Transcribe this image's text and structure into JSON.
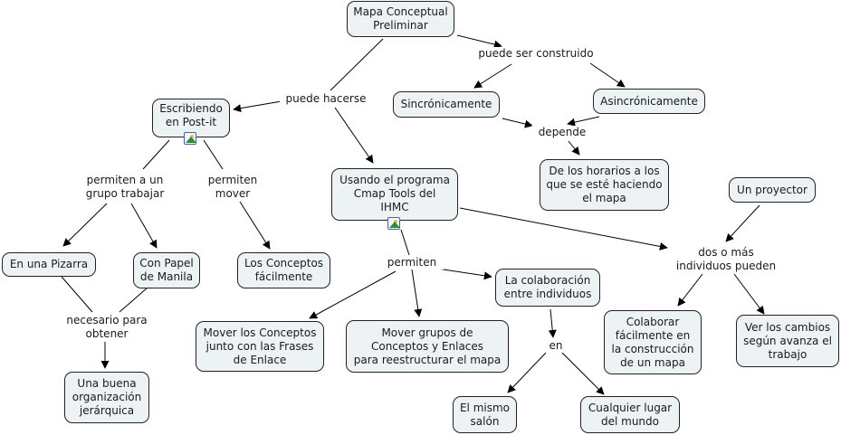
{
  "concept_map": {
    "nodes": {
      "mapa_conceptual": "Mapa Conceptual\nPreliminar",
      "post_it": "Escribiendo\nen Post-it",
      "cmap_tools": "Usando el programa\nCmap Tools del\nIHMC",
      "sincronicamente": "Sincrónicamente",
      "asincronicamente": "Asincrónicamente",
      "horarios": "De los horarios a los\nque se esté haciendo\nel mapa",
      "pizarra": "En una Pizarra",
      "papel_manila": "Con Papel\nde Manila",
      "conceptos_facilmente": "Los Conceptos\nfácilmente",
      "buena_organizacion": "Una buena\norganización\njerárquica",
      "mover_conceptos": "Mover los Conceptos\njunto con las Frases\nde Enlace",
      "mover_grupos": "Mover grupos de\nConceptos y Enlaces\npara reestructurar el mapa",
      "colaboracion": "La colaboración\nentre individuos",
      "mismo_salon": "El mismo\nsalón",
      "cualquier_lugar": "Cualquier lugar\ndel mundo",
      "proyector": "Un proyector",
      "colaborar": "Colaborar\nfácilmente en\nla construcción\nde un mapa",
      "ver_cambios": "Ver los cambios\nsegún avanza el\ntrabajo"
    },
    "links": {
      "puede_ser_construido": "puede ser construido",
      "puede_hacerse": "puede hacerse",
      "depende": "depende",
      "permiten_grupo": "permiten a un\ngrupo trabajar",
      "permiten_mover": "permiten\nmover",
      "necesario": "necesario para\nobtener",
      "permiten": "permiten",
      "en": "en",
      "dos_o_mas": "dos o más\nindividuos pueden"
    },
    "resource_icon": "image-resource-icon"
  }
}
